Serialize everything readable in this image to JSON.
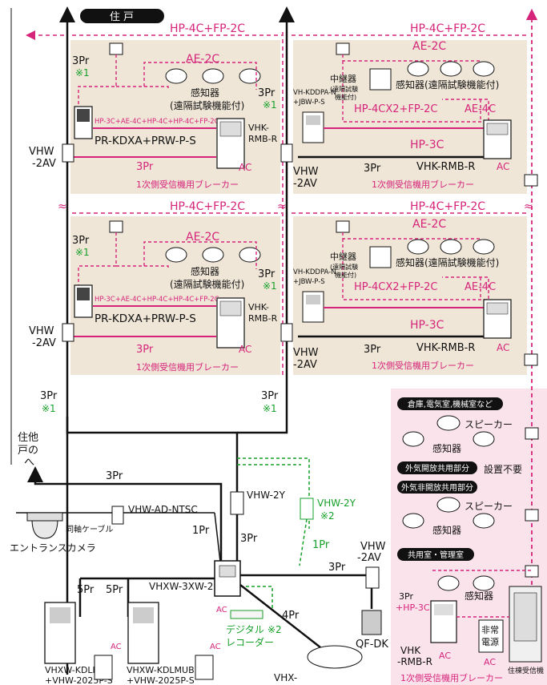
{
  "colors": {
    "pink": "#d6247a",
    "green": "#16a02a",
    "beige": "#efe6d7",
    "pinkbg": "#fbe3ec",
    "black": "#111111"
  },
  "top": {
    "dwelling_label": "住 戸"
  },
  "unit": {
    "hp4c_fp2c": "HP-4C+FP-2C",
    "ae2c": "AE-2C",
    "cable_3pr": "3Pr",
    "note1": "※1",
    "sensor_a": "感知器",
    "sensor_a2": "(遠隔試験機能付)",
    "hp3c_combo": "HP-3C+AE-4C+HP-4C+HP-4C+FP-2C",
    "master": "PR-KDXA+PRW-P-S",
    "vhk_rmb": "VHK-RMB-R",
    "vhk_rmb_a": "VHK-",
    "vhk_rmb_b": "RMB-R",
    "vhw_a": "VHW",
    "vhw_b": "-2AV",
    "ac": "AC",
    "breaker": "1次側受信機用ブレーカー",
    "vh_kddpa_a": "VH-KDDPA-N",
    "vh_kddpa_b": "+JBW-P-S",
    "relay_a": "中継器",
    "relay_b": "(遠隔試験",
    "relay_c": "機能付)",
    "sensor_b": "感知器(遠隔試験機能付)",
    "hp4cx2": "HP-4CX2+FP-2C",
    "ae4c": "AE-4C",
    "hp3c": "HP-3C"
  },
  "common": {
    "other_a": "住他",
    "other_b": "戸の",
    "other_c": "へ",
    "cable_3pr": "3Pr",
    "cable_1pr": "1Pr",
    "cable_5pr": "5Pr",
    "cable_4pr": "4Pr",
    "vhw_ad": "VHW-AD-NTSC",
    "coax": "同軸ケーブル",
    "camera": "エントランスカメラ",
    "vhw2y": "VHW-2Y",
    "vhw2y_green": "VHW-2Y",
    "note2": "※2",
    "vhxw3xw": "VHXW-3XW-2",
    "ac": "AC",
    "recorder_a": "デジタル",
    "recorder_b": "レコーダー",
    "vhx": "VHX-",
    "qf": "QF-DK",
    "vhw_a": "VHW",
    "vhw_b": "-2AV",
    "entrance_a": "VHXW-KDLMUB",
    "entrance_b": "+VHW-2025P-S"
  },
  "zones": {
    "z1": "倉庫,電気室,機械室など",
    "speaker": "スピーカー",
    "sensor": "感知器",
    "z2": "外気開放共用部分",
    "z2_note": "設置不要",
    "z3": "外気非開放共用部分",
    "z4": "共用室・管理室",
    "cable_3pr": "3Pr",
    "hp3c": "+HP-3C",
    "vhk_a": "VHK",
    "vhk_b": "-RMB-R",
    "emergency_a": "非常",
    "emergency_b": "電源",
    "receiver": "住棟受信機",
    "breaker": "1次側受信機用ブレーカー",
    "ac": "AC"
  }
}
